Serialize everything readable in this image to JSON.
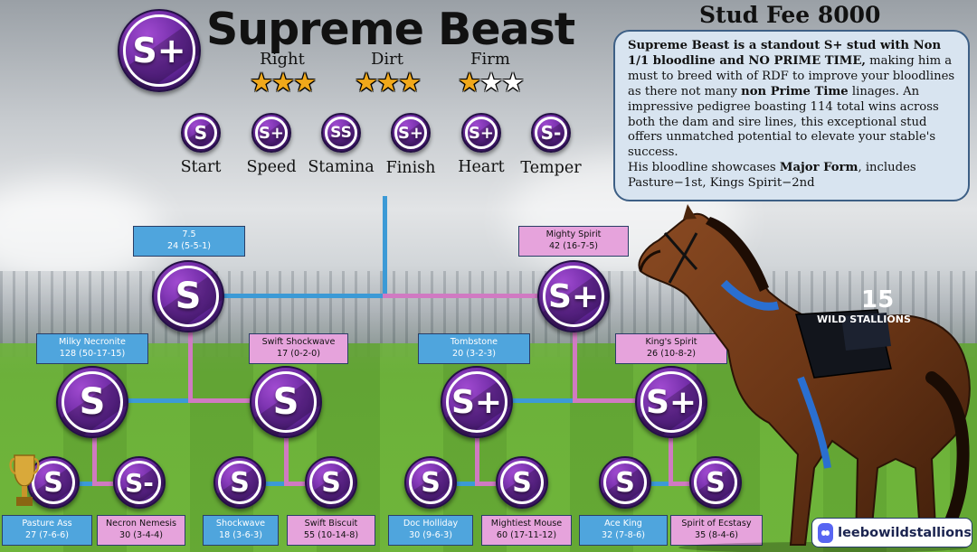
{
  "header": {
    "title": "Supreme Beast",
    "stud_fee": "Stud Fee 8000",
    "grade": "S+"
  },
  "description": {
    "p1_bold_a": "Supreme Beast is a standout S+ stud with Non 1/1 bloodline and NO PRIME TIME,",
    "p1_a": " making him a must to breed with of RDF to improve your bloodlines as there not many ",
    "p1_bold_b": "non Prime Time",
    "p1_b": " linages. An impressive pedigree boasting 114 total wins across both the dam and sire lines, this exceptional stud offers unmatched potential to elevate your stable's success.",
    "p2_a": "His bloodline showcases ",
    "p2_bold": "Major Form",
    "p2_b": ", includes Pasture−1st, Kings Spirit−2nd"
  },
  "preferences": [
    {
      "label": "Right",
      "stars": 3,
      "of": 3
    },
    {
      "label": "Dirt",
      "stars": 3,
      "of": 3
    },
    {
      "label": "Firm",
      "stars": 1,
      "of": 3
    }
  ],
  "attributes": [
    {
      "label": "Start",
      "grade": "S"
    },
    {
      "label": "Speed",
      "grade": "S+"
    },
    {
      "label": "Stamina",
      "grade": "SS"
    },
    {
      "label": "Finish",
      "grade": "S+"
    },
    {
      "label": "Heart",
      "grade": "S+"
    },
    {
      "label": "Temper",
      "grade": "S-"
    }
  ],
  "pedigree": {
    "sire": {
      "name": "7.5",
      "record": "24 (5-5-1)",
      "grade": "S"
    },
    "dam": {
      "name": "Mighty Spirit",
      "record": "42 (16-7-5)",
      "grade": "S+"
    },
    "sire_sire": {
      "name": "Milky Necronite",
      "record": "128 (50-17-15)",
      "grade": "S"
    },
    "sire_dam": {
      "name": "Swift Shockwave",
      "record": "17 (0-2-0)",
      "grade": "S"
    },
    "dam_sire": {
      "name": "Tombstone",
      "record": "20 (3-2-3)",
      "grade": "S+"
    },
    "dam_dam": {
      "name": "King's Spirit",
      "record": "26 (10-8-2)",
      "grade": "S+"
    },
    "g3": [
      {
        "name": "Pasture Ass",
        "record": "27 (7-6-6)",
        "grade": "S"
      },
      {
        "name": "Necron Nemesis",
        "record": "30 (3-4-4)",
        "grade": "S-"
      },
      {
        "name": "Shockwave",
        "record": "18 (3-6-3)",
        "grade": "S"
      },
      {
        "name": "Swift Biscuit",
        "record": "55 (10-14-8)",
        "grade": "S"
      },
      {
        "name": "Doc Holliday",
        "record": "30 (9-6-3)",
        "grade": "S"
      },
      {
        "name": "Mightiest Mouse",
        "record": "60 (17-11-12)",
        "grade": "S"
      },
      {
        "name": "Ace King",
        "record": "32 (7-8-6)",
        "grade": "S"
      },
      {
        "name": "Spirit of Ecstasy",
        "record": "35 (8-4-6)",
        "grade": "S"
      }
    ]
  },
  "horse": {
    "saddle_number": "15",
    "saddle_text": "WILD STALLIONS"
  },
  "social": {
    "handle": "leebowildstallions",
    "icon": "discord-icon"
  },
  "colors": {
    "male_line": "#3c9ad6",
    "female_line": "#d07ac2",
    "badge_purple": "#6f2ba5",
    "star_gold": "#f0a81a"
  }
}
